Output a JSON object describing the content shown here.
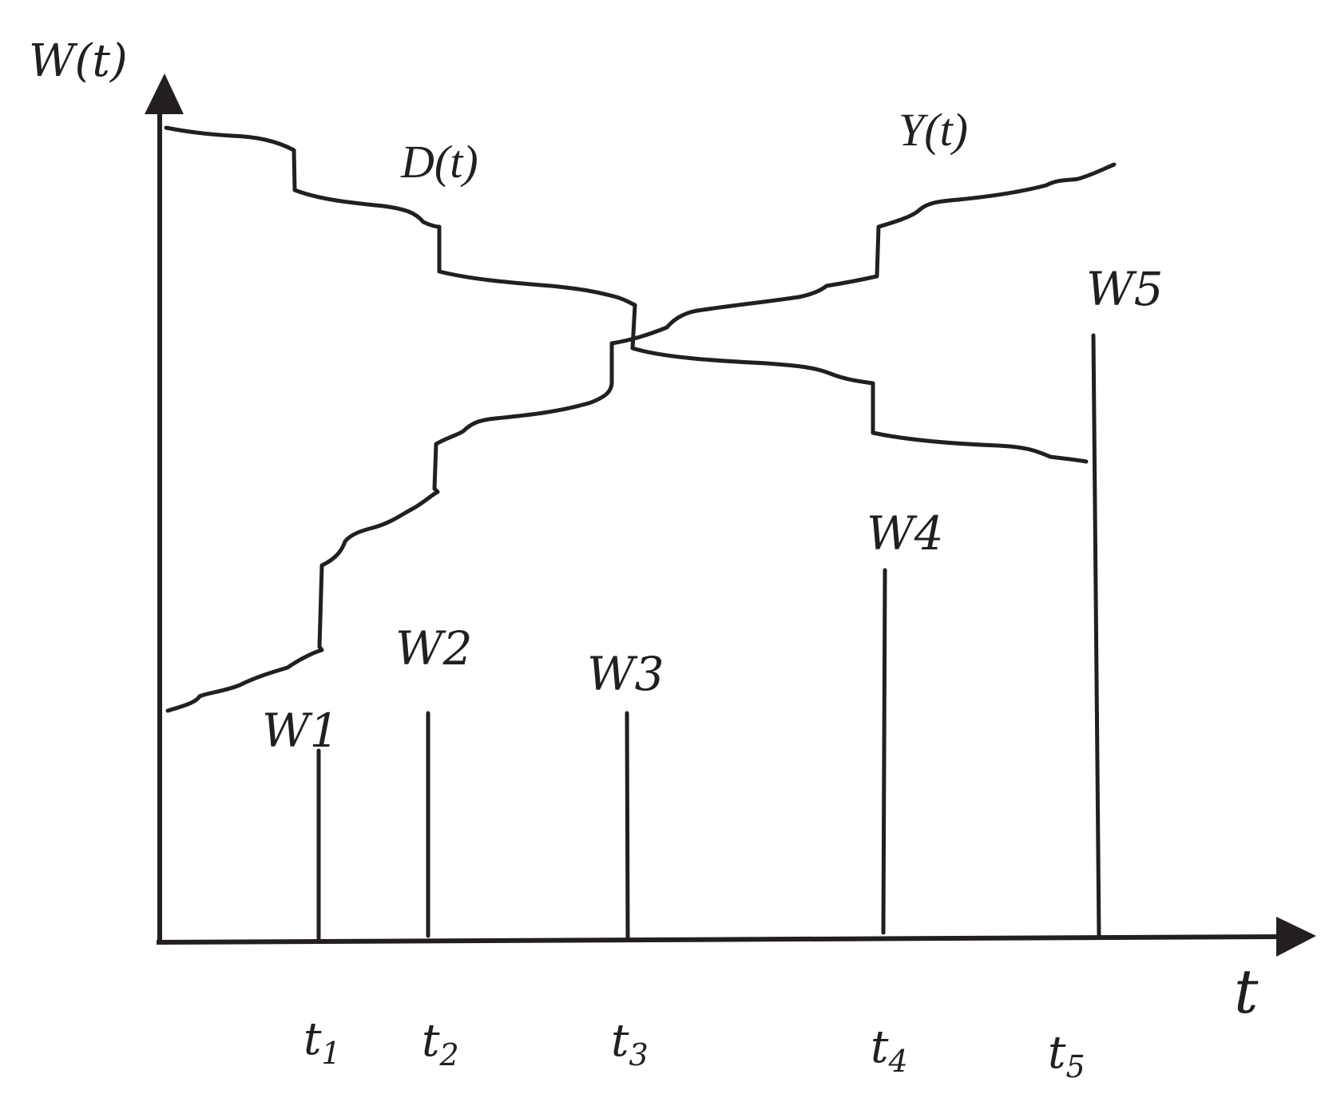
{
  "y_axis_label": "W(t)",
  "x_axis_label": "t",
  "curves": [
    {
      "name": "D(t)"
    },
    {
      "name": "Y(t)"
    }
  ],
  "weight_labels": [
    "W1",
    "W2",
    "W3",
    "W4",
    "W5"
  ],
  "time_labels": [
    {
      "base": "t",
      "sub": "1"
    },
    {
      "base": "t",
      "sub": "2"
    },
    {
      "base": "t",
      "sub": "3"
    },
    {
      "base": "t",
      "sub": "4"
    },
    {
      "base": "t",
      "sub": "5"
    }
  ],
  "colors": {
    "ink": "#231f20",
    "background": "#ffffff"
  }
}
